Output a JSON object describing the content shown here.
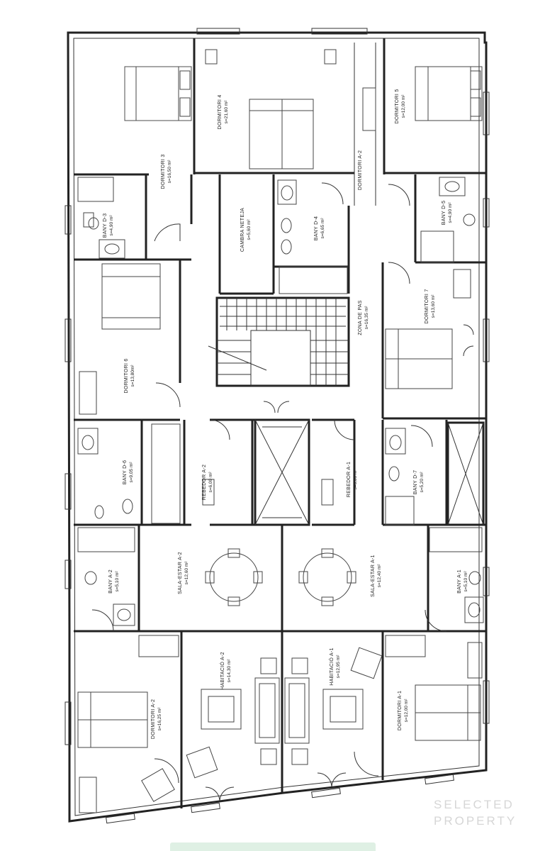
{
  "rooms": {
    "dormitori_4": {
      "name": "DORMITORI 4",
      "area": "s=21,60 m²"
    },
    "dormitori_5": {
      "name": "DORMITORI 5",
      "area": "s=12,00 m²"
    },
    "dormitori_3": {
      "name": "DORMITORI 3",
      "area": "s=16,50 m²"
    },
    "dormitori_a2_top": {
      "name": "DORMITORI A-2"
    },
    "cambra_neteja": {
      "name": "CAMBRA NETEJA",
      "area": "s=5,60 m²"
    },
    "bany_d4": {
      "name": "BANY D-4",
      "area": "s=6,65 m²"
    },
    "bany_d3": {
      "name": "BANY D-3",
      "area": "s=4,90 m²"
    },
    "bany_d5": {
      "name": "BANY D-5",
      "area": "s=4,90 m²"
    },
    "zona_de_pas": {
      "name": "ZONA DE PAS",
      "area": "s=16,35 m²"
    },
    "dormitori_7": {
      "name": "DORMITORI 7",
      "area": "s=13,60 m²"
    },
    "dormitori_6": {
      "name": "DORMITORI 6",
      "area": "s=13,80m²"
    },
    "bany_d6": {
      "name": "BANY D-6",
      "area": "s=9,05 m²"
    },
    "rebedor_a2": {
      "name": "REBEDOR A-2",
      "area": "s=6,00 m²"
    },
    "rebedor_a1": {
      "name": "REBEDOR A-1",
      "area": "s=6,00 m²"
    },
    "bany_d7": {
      "name": "BANY D-7",
      "area": "s=5,20 m²"
    },
    "sala_estar_a2": {
      "name": "SALA-ESTAR A-2",
      "area": "s=12,60 m²"
    },
    "sala_estar_a1": {
      "name": "SALA-ESTAR A-1",
      "area": "s=12,40 m²"
    },
    "bany_a2": {
      "name": "BANY A-2",
      "area": "s=5,10 m²"
    },
    "bany_a1": {
      "name": "BANY A-1",
      "area": "s=5,10 m²"
    },
    "habitacio_a2": {
      "name": "HABITACIÓ A-2",
      "area": "s=14,30 m²"
    },
    "habitacio_a1": {
      "name": "HABITACIÓ A-1",
      "area": "s=12,95 m²"
    },
    "dormitori_a2": {
      "name": "DORMITORI A-2",
      "area": "s=16,25 m²"
    },
    "dormitori_a1": {
      "name": "DORMITORI A-1",
      "area": "s=12,00 m²"
    }
  },
  "watermark": {
    "line1": "SELECTED",
    "line2": "PROPERTY"
  }
}
